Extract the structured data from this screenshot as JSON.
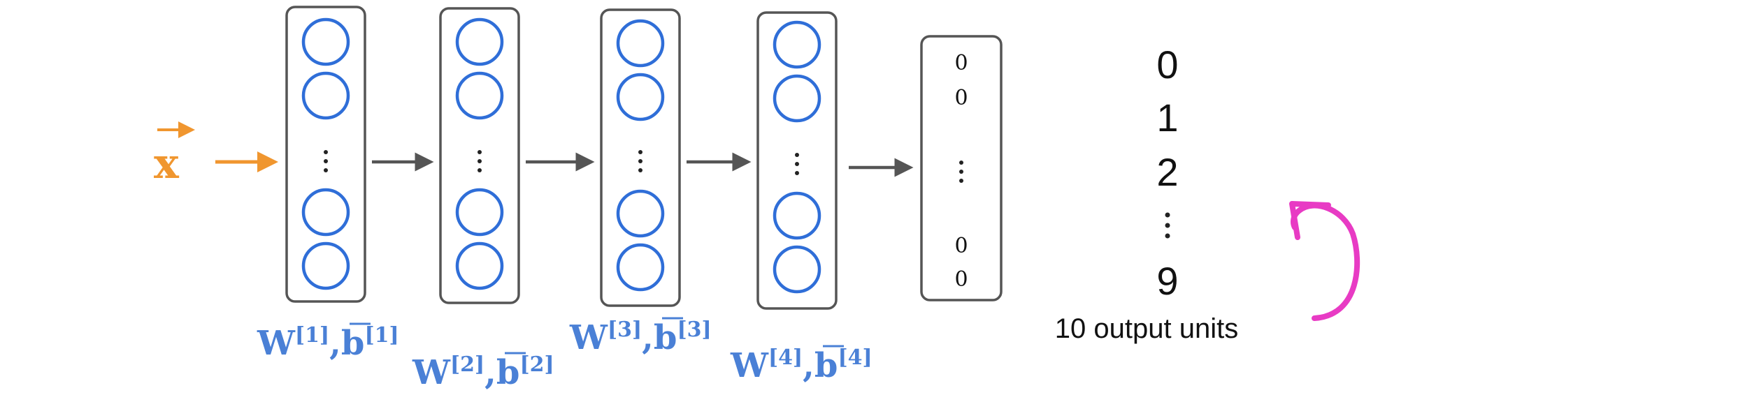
{
  "input": {
    "symbol": "x",
    "color": "#f0962f"
  },
  "layers": [
    {
      "weight": "W",
      "sup_w": "[1]",
      "bias": "b",
      "sup_b": "[1]"
    },
    {
      "weight": "W",
      "sup_w": "[2]",
      "bias": "b",
      "sup_b": "[2]"
    },
    {
      "weight": "W",
      "sup_w": "[3]",
      "bias": "b",
      "sup_b": "[3]"
    },
    {
      "weight": "W",
      "sup_w": "[4]",
      "bias": "b",
      "sup_b": "[4]"
    }
  ],
  "output_vector": {
    "values_top": [
      "0",
      "0"
    ],
    "values_bottom": [
      "0",
      "0"
    ]
  },
  "classes": {
    "digits": [
      "0",
      "1",
      "2",
      "9"
    ],
    "caption": "10 output units"
  },
  "colors": {
    "neuron": "#2f6ed8",
    "label": "#4a80d6",
    "arrow": "#555555",
    "annotation": "#e83bc4"
  }
}
